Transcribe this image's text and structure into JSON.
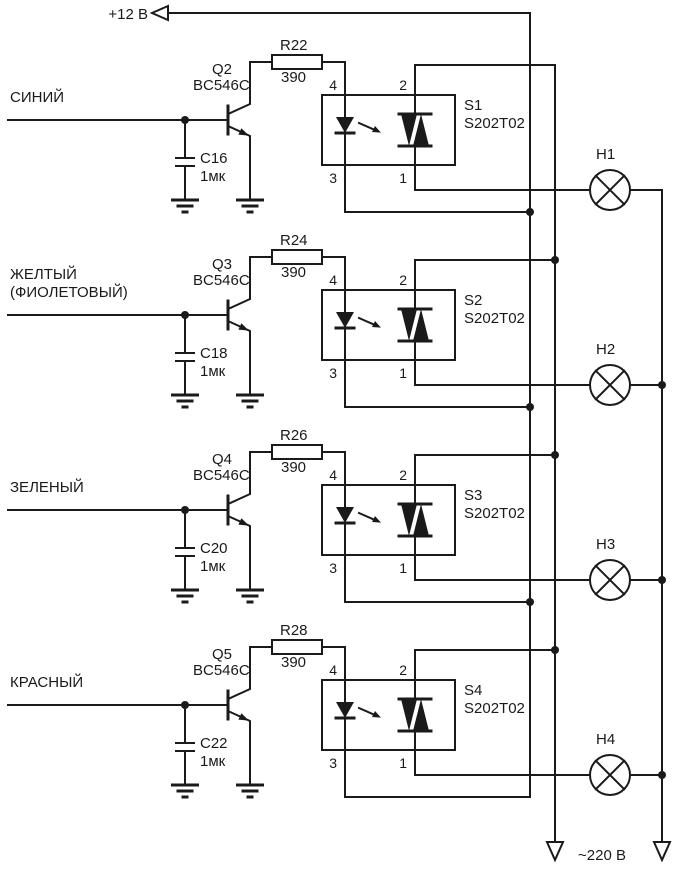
{
  "schematic": {
    "power_12v_label": "+12 В",
    "power_220v_label": "~220 В"
  },
  "pin_labels": {
    "top_left": "4",
    "top_right": "2",
    "bottom_left": "3",
    "bottom_right": "1"
  },
  "channels": [
    {
      "input_line1": "",
      "input_line2": "СИНИЙ",
      "transistor_ref": "Q2",
      "transistor_type": "BC546C",
      "capacitor_ref": "C16",
      "capacitor_value": "1мк",
      "resistor_ref": "R22",
      "resistor_value": "390",
      "relay_ref": "S1",
      "relay_type": "S202T02",
      "lamp_ref": "H1"
    },
    {
      "input_line1": "ЖЕЛТЫЙ",
      "input_line2": "(ФИОЛЕТОВЫЙ)",
      "transistor_ref": "Q3",
      "transistor_type": "BC546C",
      "capacitor_ref": "C18",
      "capacitor_value": "1мк",
      "resistor_ref": "R24",
      "resistor_value": "390",
      "relay_ref": "S2",
      "relay_type": "S202T02",
      "lamp_ref": "H2"
    },
    {
      "input_line1": "",
      "input_line2": "ЗЕЛЕНЫЙ",
      "transistor_ref": "Q4",
      "transistor_type": "BC546C",
      "capacitor_ref": "C20",
      "capacitor_value": "1мк",
      "resistor_ref": "R26",
      "resistor_value": "390",
      "relay_ref": "S3",
      "relay_type": "S202T02",
      "lamp_ref": "H3"
    },
    {
      "input_line1": "",
      "input_line2": "КРАСНЫЙ",
      "transistor_ref": "Q5",
      "transistor_type": "BC546C",
      "capacitor_ref": "C22",
      "capacitor_value": "1мк",
      "resistor_ref": "R28",
      "resistor_value": "390",
      "relay_ref": "S4",
      "relay_type": "S202T02",
      "lamp_ref": "H4"
    }
  ],
  "colors": {
    "line": "#1a1a1a",
    "background": "#ffffff"
  }
}
